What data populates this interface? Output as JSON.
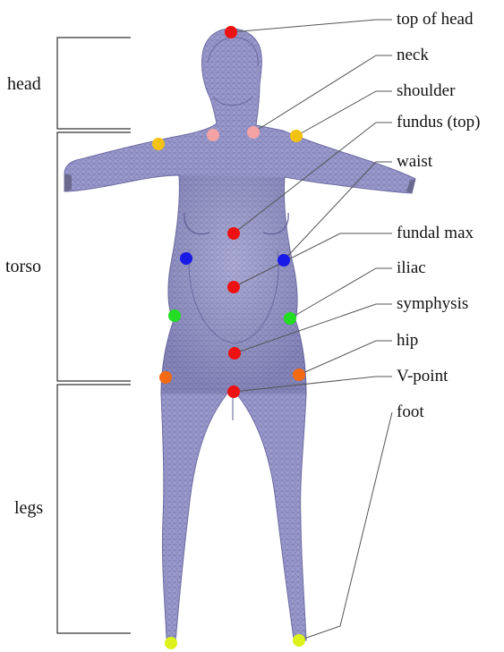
{
  "figure": {
    "segments": [
      {
        "id": "head",
        "label": "head"
      },
      {
        "id": "torso",
        "label": "torso"
      },
      {
        "id": "legs",
        "label": "legs"
      }
    ],
    "landmarks": [
      {
        "id": "top-of-head",
        "label": "top of head"
      },
      {
        "id": "neck",
        "label": "neck"
      },
      {
        "id": "shoulder",
        "label": "shoulder"
      },
      {
        "id": "fundus-top",
        "label": "fundus (top)"
      },
      {
        "id": "waist",
        "label": "waist"
      },
      {
        "id": "fundal-max",
        "label": "fundal max"
      },
      {
        "id": "iliac",
        "label": "iliac"
      },
      {
        "id": "symphysis",
        "label": "symphysis"
      },
      {
        "id": "hip",
        "label": "hip"
      },
      {
        "id": "v-point",
        "label": "V-point"
      },
      {
        "id": "foot",
        "label": "foot"
      }
    ],
    "colors": {
      "mesh": "#8f8fc4",
      "mesh_dark": "#6f6fa8",
      "red": "#ee1111",
      "pink": "#f3a3a3",
      "yellow": "#f2c313",
      "blue": "#1a1ae6",
      "green": "#22dd22",
      "orange": "#f26a14",
      "lime": "#dcf21a"
    }
  }
}
